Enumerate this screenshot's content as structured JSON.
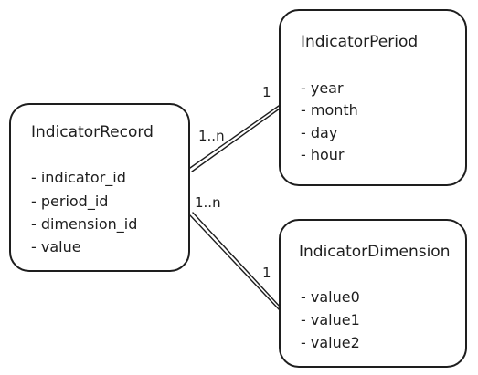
{
  "entities": {
    "record": {
      "title": "IndicatorRecord",
      "fields": [
        "- indicator_id",
        "- period_id",
        "- dimension_id",
        "- value"
      ]
    },
    "period": {
      "title": "IndicatorPeriod",
      "fields": [
        "- year",
        "- month",
        "- day",
        "- hour"
      ]
    },
    "dimension": {
      "title": "IndicatorDimension",
      "fields": [
        "- value0",
        "- value1",
        "- value2"
      ]
    }
  },
  "relations": {
    "record_period": {
      "from_label": "1..n",
      "to_label": "1"
    },
    "record_dimension": {
      "from_label": "1..n",
      "to_label": "1"
    }
  }
}
